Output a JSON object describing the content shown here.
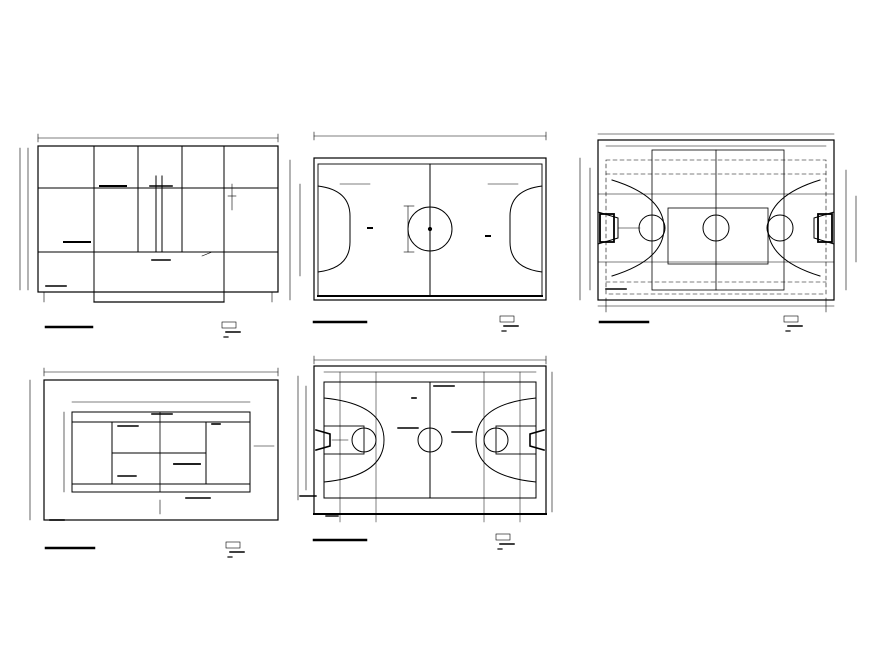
{
  "sheet": {
    "background": "#ffffff",
    "line_color": "#000000"
  },
  "drawings": [
    {
      "name": "volleyball-court-plan",
      "kind": "multi-court layout"
    },
    {
      "name": "futsal-court-plan",
      "kind": "futsal court"
    },
    {
      "name": "basketball-court-overlay-plan",
      "kind": "combined basketball court"
    },
    {
      "name": "tennis-court-plan",
      "kind": "tennis court"
    },
    {
      "name": "basketball-court-plan",
      "kind": "basketball court"
    }
  ]
}
